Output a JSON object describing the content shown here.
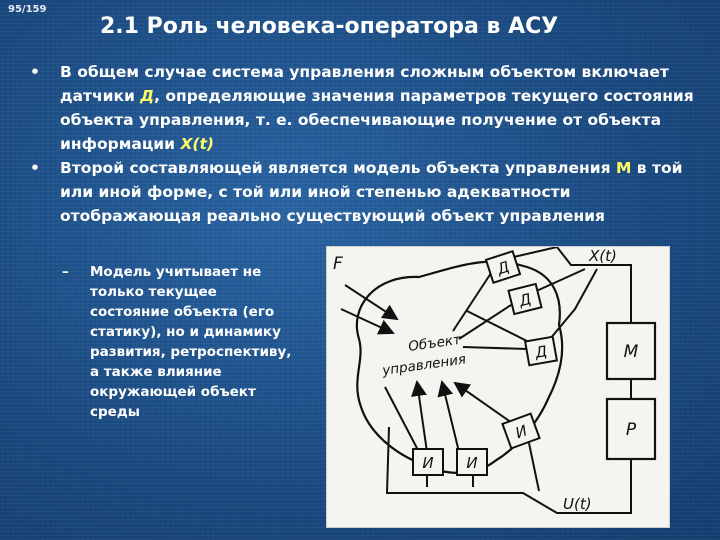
{
  "slide": {
    "page_number": "95/159",
    "title": "2.1 Роль человека-оператора в АСУ"
  },
  "bullets": [
    {
      "part1": "В общем случае система управления сложным объектом включает датчики ",
      "d_letter": "Д",
      "part2": ", определяющие значения параметров текущего состояния объекта управления, т. е. обеспечивающие получение от объекта информации ",
      "x_symbol": "X(t)"
    },
    {
      "part1": "Второй составляющей является модель объекта управления ",
      "m_letter": "М",
      "part2": " в той или иной форме, с той или иной степенью адекватности отображающая реально существующий объект управления"
    }
  ],
  "sub_bullet": {
    "dash": "–",
    "text": "Модель учитывает не только текущее состояние объекта (его статику), но и динамику развития, ретроспективу, а также влияние окружающей объект среды"
  },
  "diagram": {
    "label_f": "F",
    "label_x": "X(t)",
    "label_u": "U(t)",
    "object_label_line1": "Объект",
    "object_label_line2": "управления",
    "sensor_label": "Д",
    "actuator_label": "И",
    "model_label": "М",
    "controller_label": "Р"
  }
}
